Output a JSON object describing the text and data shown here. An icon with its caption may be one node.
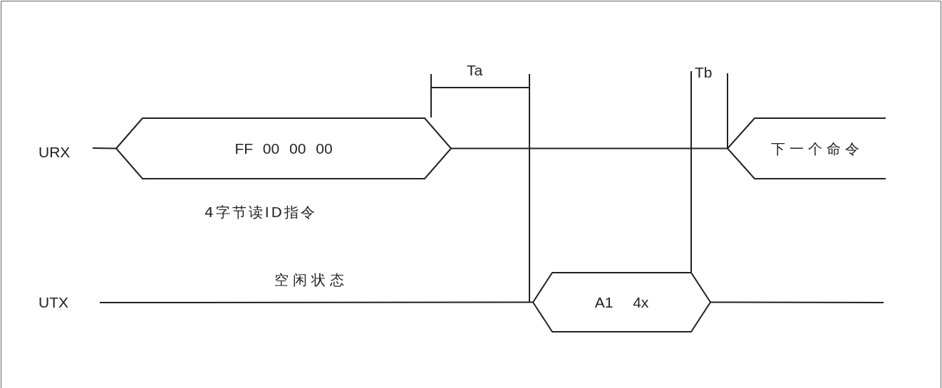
{
  "diagram": {
    "nodes": [
      {
        "text": [
          "FF 00 00 00"
        ]
      },
      {
        "text": [
          "下一个命令"
        ]
      },
      {
        "text": [
          "A1 4x"
        ]
      }
    ],
    "edges": [
      {
        "from": null,
        "to": 0,
        "arrow": "none"
      },
      {
        "from": 0,
        "to": 1,
        "arrow": "none"
      },
      {
        "from": null,
        "to": 2,
        "arrow": "none"
      },
      {
        "from": 2,
        "to": null,
        "arrow": "none"
      }
    ],
    "labels": [
      "Ta",
      "Tb",
      "URX",
      "4字节读ID指令",
      "空闲状态",
      "UTX"
    ]
  }
}
